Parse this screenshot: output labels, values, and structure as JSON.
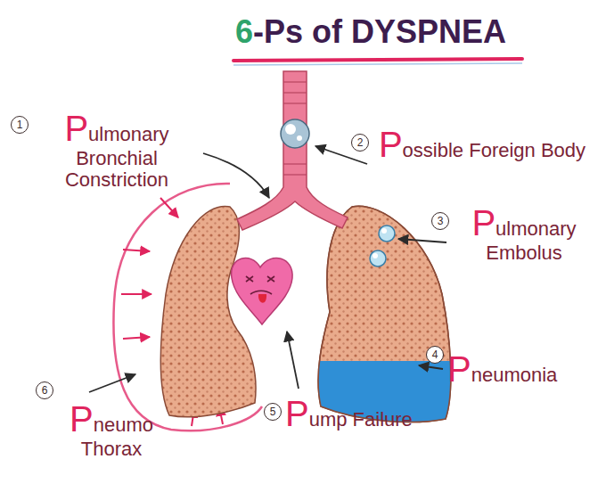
{
  "diagram": {
    "title": "6-Ps of DYSPNEA",
    "labels": [
      "1",
      "Pulmonary Bronchial Constriction",
      "2",
      "Possible Foreign Body",
      "3",
      "Pulmonary Embolus",
      "4",
      "Pneumonia",
      "5",
      "Pump Failure",
      "6",
      "Pneumo Thorax"
    ]
  }
}
